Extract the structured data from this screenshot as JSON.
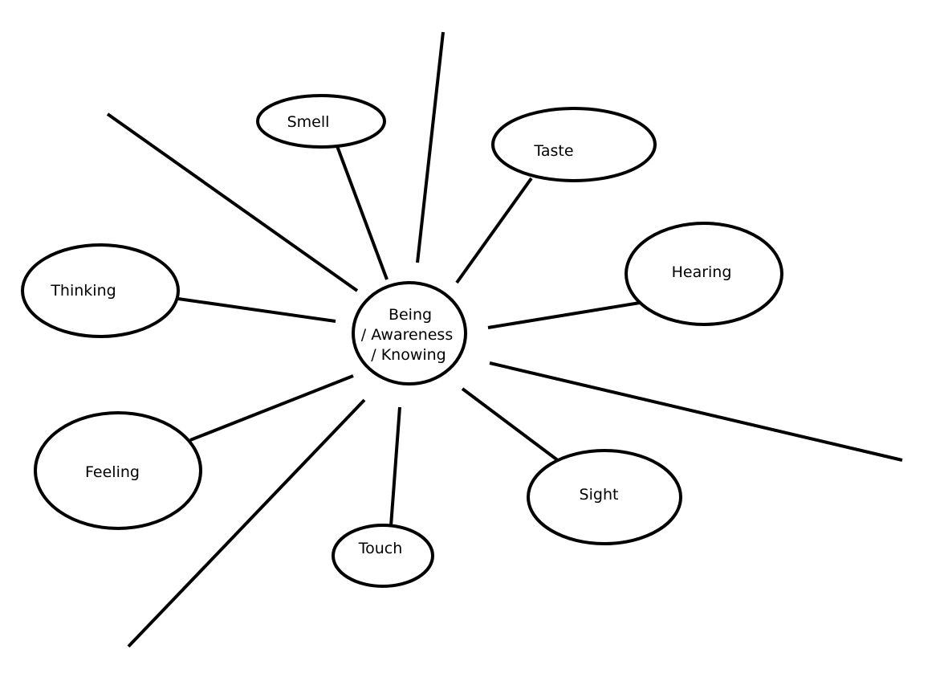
{
  "center": {
    "lines": [
      "Being",
      "/ Awareness",
      "/ Knowing"
    ]
  },
  "nodes": {
    "smell": "Smell",
    "taste": "Taste",
    "hearing": "Hearing",
    "thinking": "Thinking",
    "feeling": "Feeling",
    "touch": "Touch",
    "sight": "Sight"
  }
}
